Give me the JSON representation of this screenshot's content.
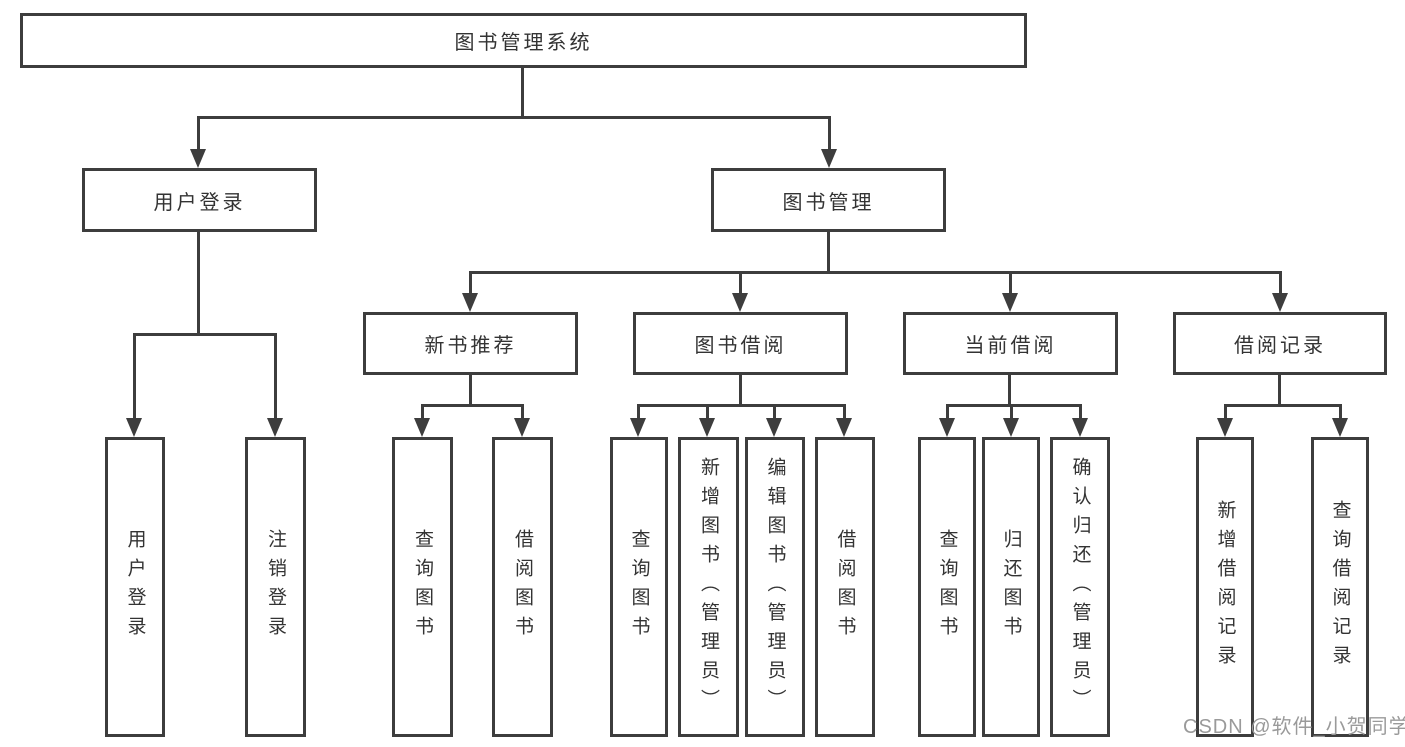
{
  "diagram": {
    "root": {
      "label": "图书管理系统"
    },
    "level2": [
      {
        "label": "用户登录"
      },
      {
        "label": "图书管理"
      }
    ],
    "level3": [
      {
        "label": "新书推荐"
      },
      {
        "label": "图书借阅"
      },
      {
        "label": "当前借阅"
      },
      {
        "label": "借阅记录"
      }
    ],
    "leaves": [
      {
        "label": "用户登录"
      },
      {
        "label": "注销登录"
      },
      {
        "label": "查询图书"
      },
      {
        "label": "借阅图书"
      },
      {
        "label": "查询图书"
      },
      {
        "label": "新增图书（管理员）"
      },
      {
        "label": "编辑图书（管理员）"
      },
      {
        "label": "借阅图书"
      },
      {
        "label": "查询图书"
      },
      {
        "label": "归还图书"
      },
      {
        "label": "确认归还（管理员）"
      },
      {
        "label": "新增借阅记录"
      },
      {
        "label": "查询借阅记录"
      }
    ]
  },
  "watermark": {
    "text": "CSDN @软件_小贺同学"
  },
  "colors": {
    "line": "#3d3d3d",
    "text": "#333333",
    "watermark": "#9a9a9a"
  }
}
